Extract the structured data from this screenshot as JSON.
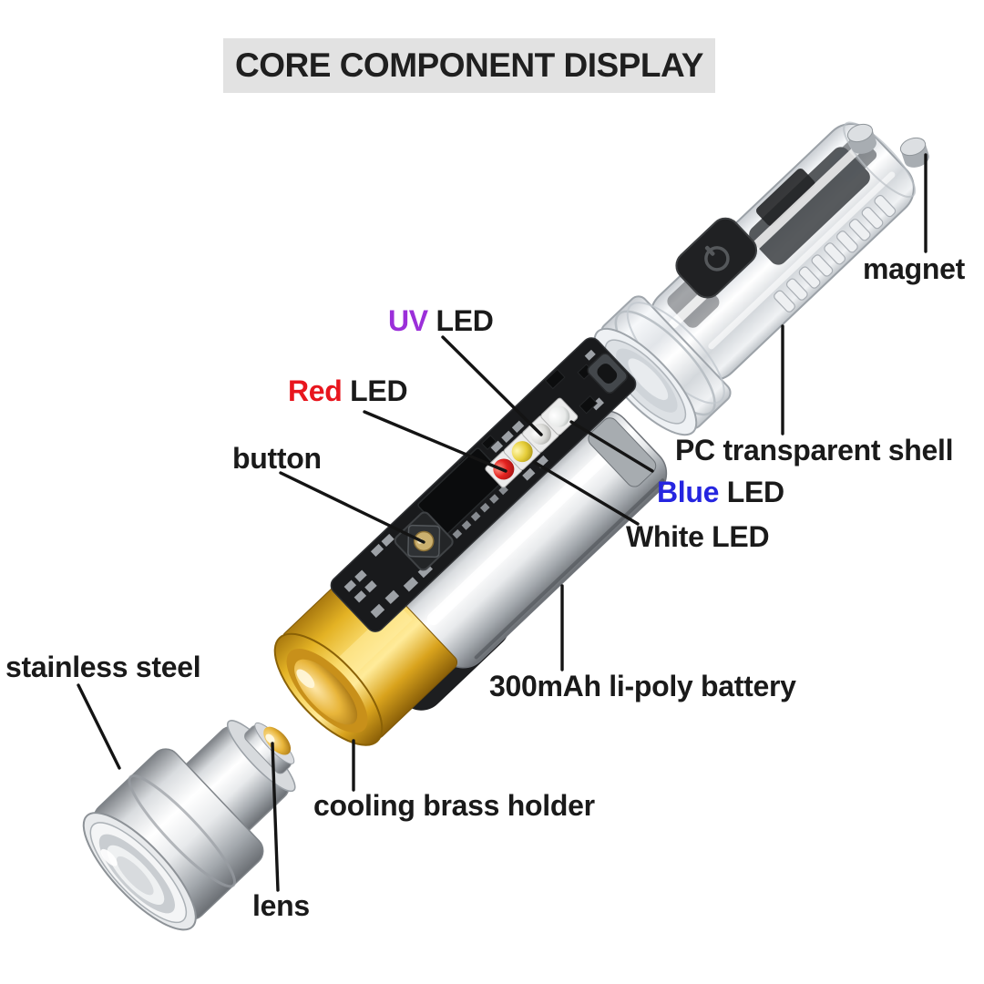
{
  "title": "CORE COMPONENT DISPLAY",
  "labels": {
    "magnet": "magnet",
    "uv": {
      "word": "UV",
      "rest": " LED"
    },
    "red": {
      "word": "Red",
      "rest": " LED"
    },
    "button": "button",
    "pc_shell": "PC transparent shell",
    "blue": {
      "word": "Blue",
      "rest": " LED"
    },
    "white": "White LED",
    "battery": "300mAh li-poly battery",
    "brass": "cooling brass holder",
    "steel": "stainless steel",
    "lens": "lens"
  },
  "colors": {
    "banner_bg": "#e2e2e2",
    "label_text": "#1a1a1a",
    "uv_word": "#9b2fd9",
    "red_word": "#e8161e",
    "blue_word": "#2525e0",
    "leader_line": "#141414",
    "brass_gold": "#e8b52a",
    "pcb_dark": "#191a1c",
    "led_red": "#e42320",
    "led_yellow": "#e6ce3a",
    "led_gray": "#d9d9d6",
    "led_white": "#eef0ef"
  }
}
